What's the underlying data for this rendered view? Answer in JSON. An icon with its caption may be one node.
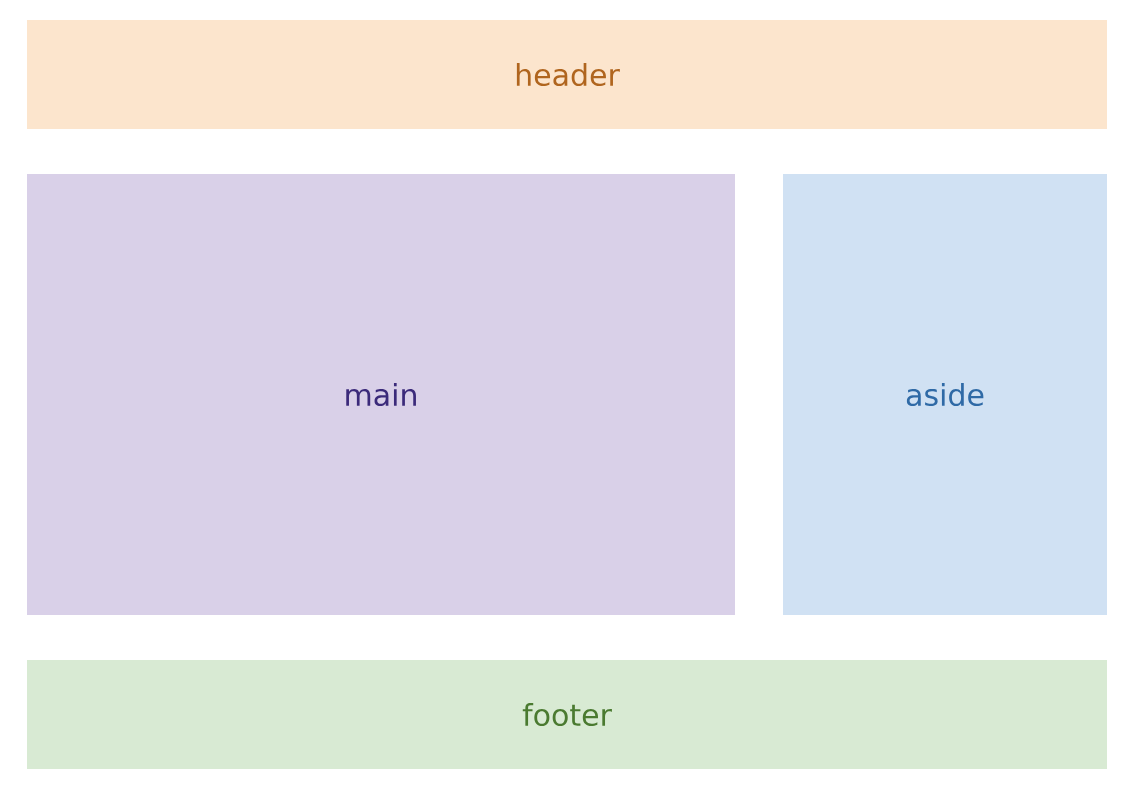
{
  "diagram": {
    "nodes": [
      {
        "text": [
          "header"
        ]
      },
      {
        "text": [
          "main"
        ]
      },
      {
        "text": [
          "aside"
        ]
      },
      {
        "text": [
          "footer"
        ]
      }
    ]
  }
}
